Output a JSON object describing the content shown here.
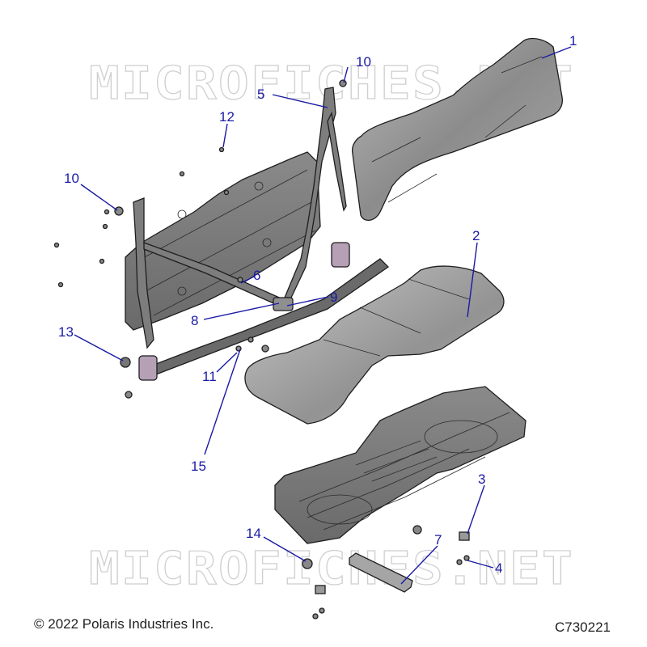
{
  "watermark": {
    "top": "MICROFICHES.NET",
    "bottom": "MICROFICHES.NET"
  },
  "callouts": [
    {
      "key": "c1",
      "number": "1"
    },
    {
      "key": "c2",
      "number": "2"
    },
    {
      "key": "c3",
      "number": "3"
    },
    {
      "key": "c4",
      "number": "4"
    },
    {
      "key": "c5",
      "number": "5"
    },
    {
      "key": "c6",
      "number": "6"
    },
    {
      "key": "c7",
      "number": "7"
    },
    {
      "key": "c8",
      "number": "8"
    },
    {
      "key": "c9",
      "number": "9"
    },
    {
      "key": "c10a",
      "number": "10"
    },
    {
      "key": "c10b",
      "number": "10"
    },
    {
      "key": "c11",
      "number": "11"
    },
    {
      "key": "c12",
      "number": "12"
    },
    {
      "key": "c13",
      "number": "13"
    },
    {
      "key": "c14",
      "number": "14"
    },
    {
      "key": "c15",
      "number": "15"
    }
  ],
  "footer": {
    "copyright": "© 2022 Polaris Industries Inc.",
    "diagram_code": "C730221"
  },
  "colors": {
    "callout": "#1a1aa6",
    "part_fill": "#9a9a9a",
    "part_light": "#c4c4c4",
    "outline": "#1e1e1e",
    "watermark": "#cfcfcf"
  }
}
